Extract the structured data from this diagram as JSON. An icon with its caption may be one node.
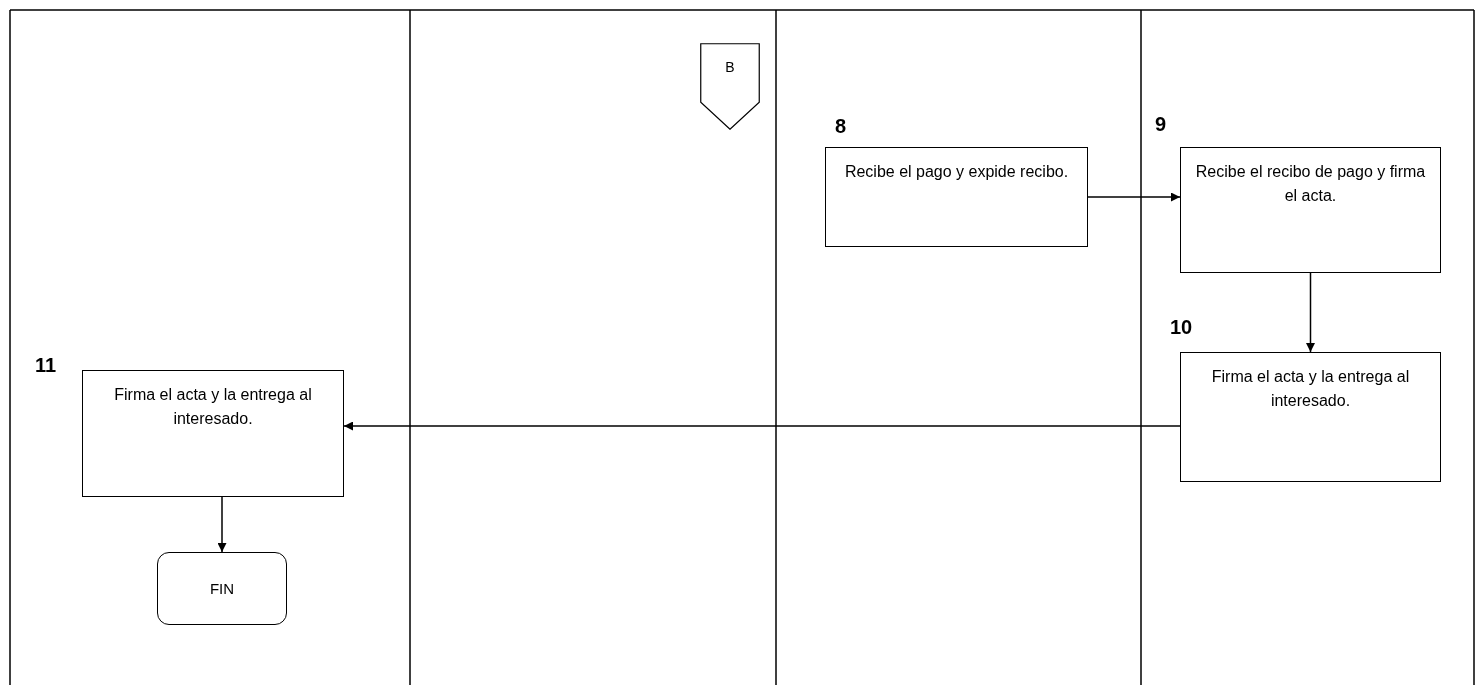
{
  "diagram": {
    "nodes": [
      {
        "text": [
          "B"
        ]
      },
      {
        "text": [
          "Recibe el pago y expide recibo."
        ],
        "beside": [
          "8"
        ]
      },
      {
        "text": [
          "Recibe el recibo de pago y firma el acta."
        ],
        "beside": [
          "9"
        ]
      },
      {
        "text": [
          "Firma el acta y la entrega al interesado."
        ],
        "beside": [
          "10"
        ]
      },
      {
        "text": [
          "Firma el acta y la entrega al interesado."
        ],
        "beside": [
          "11"
        ]
      },
      {
        "text": [
          "FIN"
        ]
      }
    ],
    "edges": [
      {
        "from": 1,
        "to": 2,
        "arrow": "to"
      },
      {
        "from": 2,
        "to": 3,
        "arrow": "to"
      },
      {
        "from": 3,
        "to": 4,
        "arrow": "to"
      },
      {
        "from": 4,
        "to": 5,
        "arrow": "to"
      }
    ]
  }
}
